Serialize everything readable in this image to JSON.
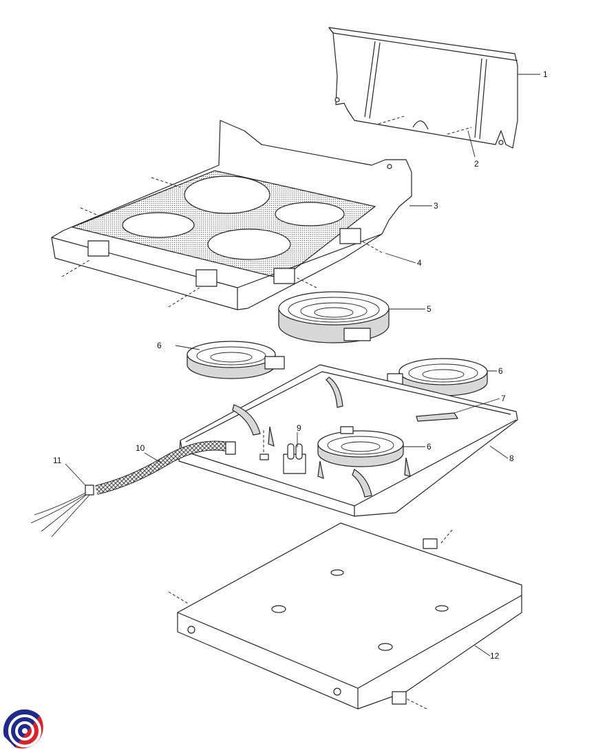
{
  "diagram": {
    "title": "Cooktop exploded parts view"
  },
  "callouts": [
    {
      "label": "1"
    },
    {
      "label": "2"
    },
    {
      "label": "3"
    },
    {
      "label": "4"
    },
    {
      "label": "5"
    },
    {
      "label": "6"
    },
    {
      "label": "6"
    },
    {
      "label": "7"
    },
    {
      "label": "9"
    },
    {
      "label": "6"
    },
    {
      "label": "8"
    },
    {
      "label": "10"
    },
    {
      "label": "11"
    },
    {
      "label": "12"
    }
  ],
  "logo": {
    "colors": {
      "blue": "#1f2a8a",
      "red": "#d8232a"
    }
  }
}
